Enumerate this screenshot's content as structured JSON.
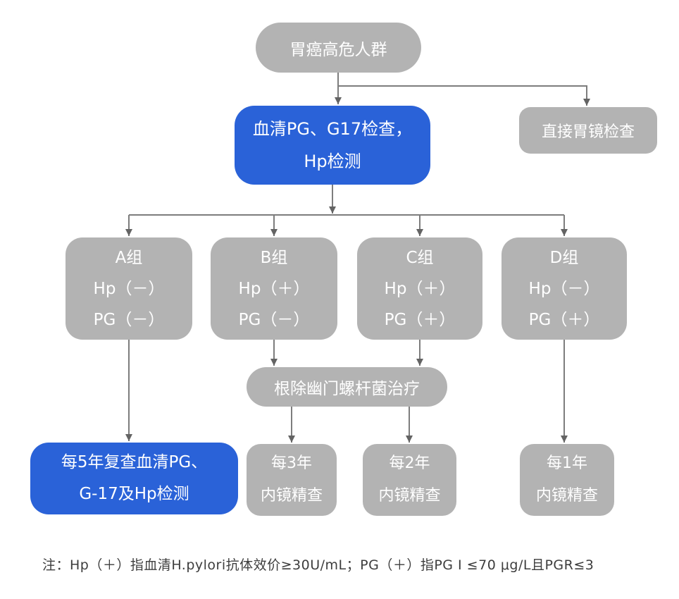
{
  "colors": {
    "node_blue": "#2a62d8",
    "node_gray": "#b3b3b3",
    "node_text": "#ffffff",
    "connector_line": "#7d7d7d",
    "arrowhead": "#636363",
    "note_text": "#3d3d3d",
    "background": "#ffffff"
  },
  "nodes": {
    "high_risk": {
      "label": "胃癌高危人群"
    },
    "serum_test": {
      "line1": "血清PG、G17检查，",
      "line2": "Hp检测"
    },
    "direct_gastroscopy": {
      "label": "直接胃镜检查"
    },
    "groups": [
      {
        "title": "A组",
        "hp": "Hp（－）",
        "pg": "PG（－）"
      },
      {
        "title": "B组",
        "hp": "Hp（＋）",
        "pg": "PG（－）"
      },
      {
        "title": "C组",
        "hp": "Hp（＋）",
        "pg": "PG（＋）"
      },
      {
        "title": "D组",
        "hp": "Hp（－）",
        "pg": "PG（＋）"
      }
    ],
    "eradication": {
      "label": "根除幽门螺杆菌治疗"
    },
    "recheck_5y": {
      "line1": "每5年复查血清PG、",
      "line2": "G-17及Hp检测"
    },
    "endoscopy_3y": {
      "line1": "每3年",
      "line2": "内镜精查"
    },
    "endoscopy_2y": {
      "line1": "每2年",
      "line2": "内镜精查"
    },
    "endoscopy_1y": {
      "line1": "每1年",
      "line2": "内镜精查"
    }
  },
  "note": "注：Hp（＋）指血清H.pylori抗体效价≥30U/mL；PG（＋）指PG I ≤70 μg/L且PGR≤3"
}
